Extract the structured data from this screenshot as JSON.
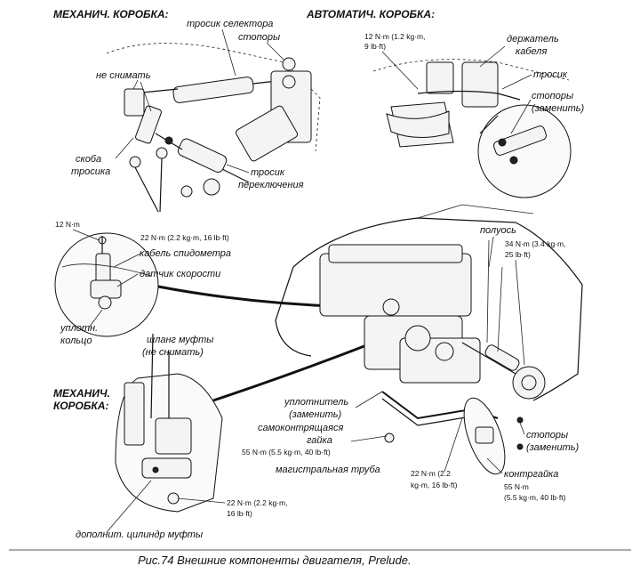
{
  "sections": {
    "manual_top": "МЕХАНИЧ. КОРОБКА:",
    "automatic_top": "АВТОМАТИЧ. КОРОБКА:",
    "manual_bottom_line1": "МЕХАНИЧ.",
    "manual_bottom_line2": "КОРОБКА:"
  },
  "labels": {
    "selector_cable": "тросик селектора",
    "stoppers": "стопоры",
    "do_not_remove": "не снимать",
    "cable_bracket_1": "скоба",
    "cable_bracket_2": "тросика",
    "shift_cable_1": "тросик",
    "shift_cable_2": "переключения",
    "cable_holder_1": "держатель",
    "cable_holder_2": "кабеля",
    "cable": "тросик",
    "stoppers_replace_1": "стопоры",
    "stoppers_replace_2": "(заменить)",
    "speedo_cable": "кабель спидометра",
    "speed_sensor": "датчик скорости",
    "seal_ring_1": "уплотн.",
    "seal_ring_2": "кольцо",
    "clutch_hose_1": "шланг муфты",
    "clutch_hose_2": "(не снимать)",
    "halfshaft": "полуось",
    "seal_1": "уплотнитель",
    "seal_2": "(заменить)",
    "selflock_nut_1": "самоконтрящаяся",
    "selflock_nut_2": "гайка",
    "main_pipe": "магистральная труба",
    "locknut": "контргайка",
    "stoppers_replace_b1": "стопоры",
    "stoppers_replace_b2": "(заменить)",
    "slave_cylinder": "дополнит. цилиндр муфты"
  },
  "torques": {
    "t1_line1": "12 N·m (1.2 kg·m,",
    "t1_line2": "9 lb·ft)",
    "t2": "12 N·m",
    "t3": "22 N·m (2.2 kg·m, 16 lb·ft)",
    "t4_line1": "34 N·m (3.4 kg·m,",
    "t4_line2": "25 lb·ft)",
    "t5": "55 N·m (5.5 kg·m, 40 lb·ft)",
    "t6_line1": "22 N·m (2.2",
    "t6_line2": "kg·m, 16 lb·ft)",
    "t7_line1": "55 N·m",
    "t7_line2": "(5.5 kg·m, 40 lb·ft)",
    "t8_line1": "22 N·m (2.2 kg·m,",
    "t8_line2": "16 lb·ft)"
  },
  "caption": "Рис.74  Внешние компоненты двигателя, Prelude."
}
